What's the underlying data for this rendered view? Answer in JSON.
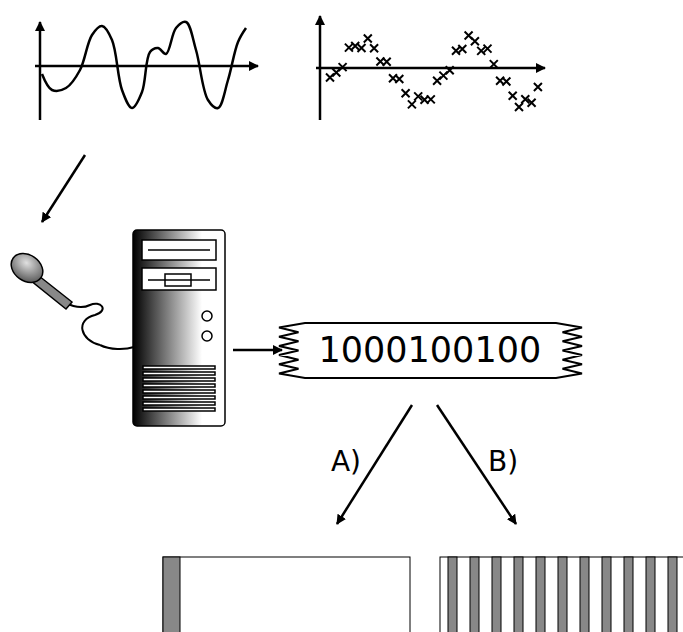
{
  "diagram": {
    "nodes": [
      {
        "text": [
          "1000100100"
        ]
      }
    ],
    "labels": [
      "A)",
      "B)"
    ]
  }
}
